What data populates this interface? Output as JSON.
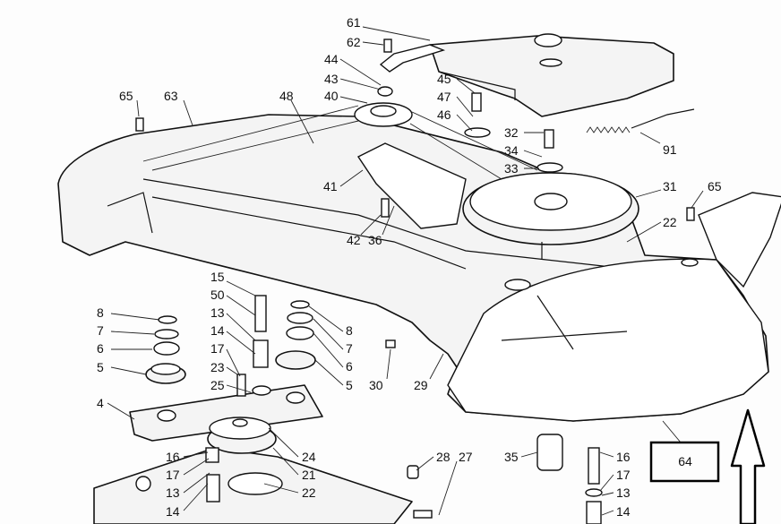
{
  "diagram": {
    "callouts": [
      "61",
      "62",
      "44",
      "43",
      "40",
      "45",
      "47",
      "46",
      "32",
      "34",
      "33",
      "91",
      "65",
      "63",
      "48",
      "41",
      "42",
      "36",
      "31",
      "65",
      "22",
      "15",
      "50",
      "13",
      "14",
      "17",
      "23",
      "25",
      "8",
      "7",
      "6",
      "5",
      "8",
      "7",
      "6",
      "5",
      "4",
      "30",
      "29",
      "16",
      "17",
      "13",
      "14",
      "24",
      "21",
      "22",
      "28",
      "27",
      "35",
      "16",
      "17",
      "13",
      "14",
      "64"
    ],
    "highlighted_callout": "64",
    "highlight_color": "#000000",
    "arrow_icon": "up-arrow-outline"
  }
}
